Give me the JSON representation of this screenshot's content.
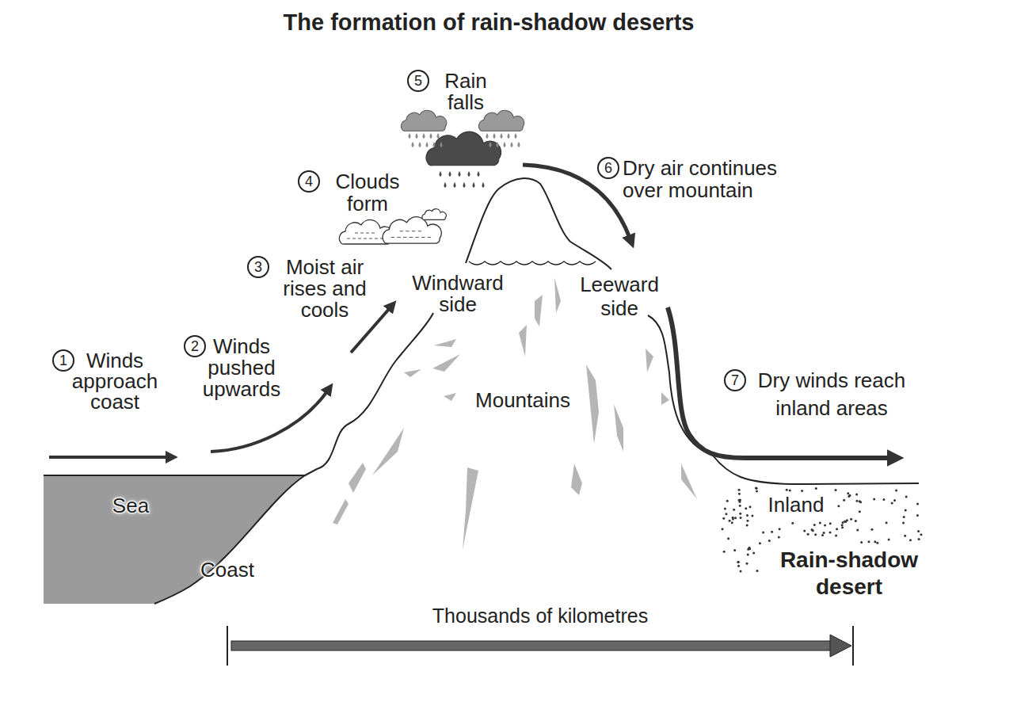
{
  "diagram": {
    "title": "The formation of rain-shadow deserts",
    "nodes": [
      {
        "text": [
          "1",
          "Winds approach coast"
        ]
      },
      {
        "text": [
          "2",
          "Winds pushed upwards"
        ]
      },
      {
        "text": [
          "3",
          "Moist air rises and cools"
        ]
      },
      {
        "text": [
          "4",
          "Clouds form"
        ]
      },
      {
        "text": [
          "5",
          "Rain falls"
        ]
      },
      {
        "text": [
          "6",
          "Dry air continues over mountain"
        ]
      },
      {
        "text": [
          "7",
          "Dry winds reach inland areas"
        ]
      }
    ],
    "labels": [
      "Windward side",
      "Leeward side",
      "Mountains",
      "Sea",
      "Coast",
      "Inland",
      "Rain-shadow desert",
      "Thousands of kilometres"
    ]
  }
}
